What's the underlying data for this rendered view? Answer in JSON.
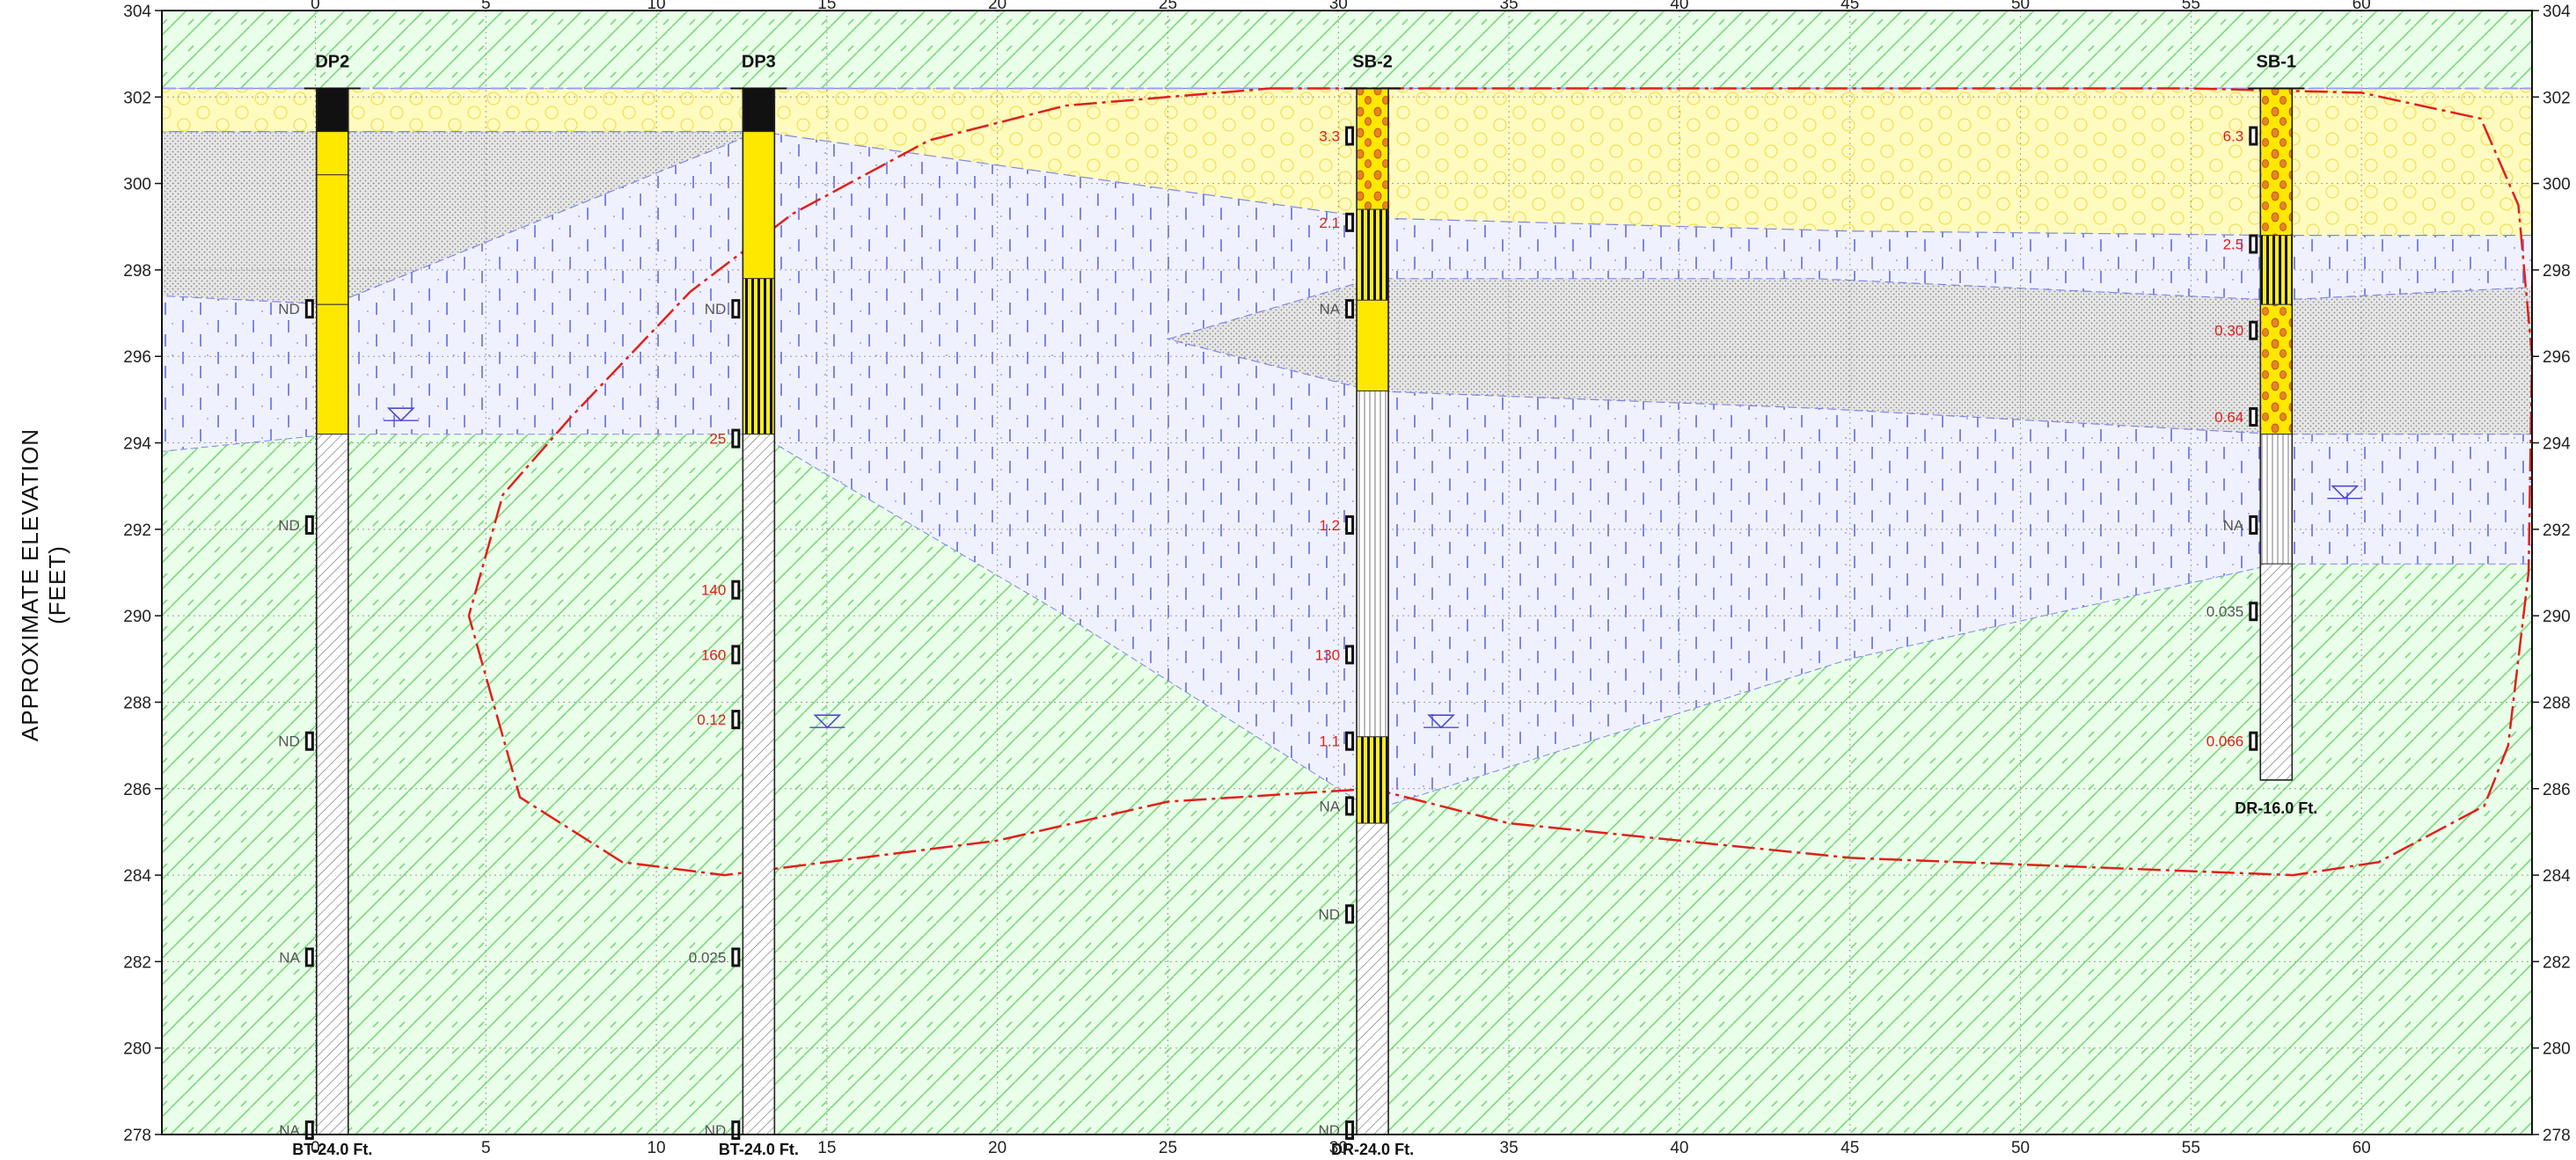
{
  "figure": {
    "y_axis_label": "APPROXIMATE ELEVATION (FEET)",
    "x_ticks": [
      "0",
      "5",
      "10",
      "15",
      "20",
      "25",
      "30",
      "35",
      "40",
      "45",
      "50",
      "55",
      "60"
    ],
    "y_ticks": [
      "304",
      "302",
      "300",
      "298",
      "296",
      "294",
      "292",
      "290",
      "288",
      "286",
      "284",
      "282",
      "280",
      "278"
    ],
    "x_range": [
      -4.5,
      65
    ],
    "y_range": [
      278,
      304
    ],
    "colors": {
      "fill_sand": "#fff9b3",
      "fill_silt": "#e2e2e2",
      "fill_clay": "#eef0ff",
      "fill_rock": "#e6ffe6",
      "plume_line": "#e0201a",
      "sample_red": "#e0201a"
    }
  },
  "borings": [
    {
      "name": "DP2",
      "x": 0.5,
      "top": 302.2,
      "bottom": 278,
      "footer": "BT-24.0 Ft.",
      "water_level": 294.8,
      "samples": [
        {
          "elev": 297.1,
          "label": "ND",
          "color": "gray"
        },
        {
          "elev": 292.1,
          "label": "ND",
          "color": "gray"
        },
        {
          "elev": 287.1,
          "label": "ND",
          "color": "gray"
        },
        {
          "elev": 282.1,
          "label": "NA",
          "color": "gray"
        },
        {
          "elev": 278.1,
          "label": "NA",
          "color": "gray"
        }
      ]
    },
    {
      "name": "DP3",
      "x": 13.0,
      "top": 302.2,
      "bottom": 278,
      "footer": "BT-24.0 Ft.",
      "water_level": 287.7,
      "samples": [
        {
          "elev": 297.1,
          "label": "ND",
          "color": "gray"
        },
        {
          "elev": 294.1,
          "label": "25",
          "color": "red"
        },
        {
          "elev": 290.6,
          "label": "140",
          "color": "red"
        },
        {
          "elev": 289.1,
          "label": "160",
          "color": "red"
        },
        {
          "elev": 287.6,
          "label": "0.12",
          "color": "red"
        },
        {
          "elev": 282.1,
          "label": "0.025",
          "color": "gray"
        },
        {
          "elev": 278.1,
          "label": "ND",
          "color": "gray"
        }
      ]
    },
    {
      "name": "SB-2",
      "x": 31.0,
      "top": 302.2,
      "bottom": 278,
      "footer": "DR-24.0 Ft.",
      "water_level": 287.7,
      "samples": [
        {
          "elev": 301.1,
          "label": "3.3",
          "color": "red"
        },
        {
          "elev": 299.1,
          "label": "2.1",
          "color": "red"
        },
        {
          "elev": 297.1,
          "label": "NA",
          "color": "gray"
        },
        {
          "elev": 292.1,
          "label": "1.2",
          "color": "red"
        },
        {
          "elev": 289.1,
          "label": "130",
          "color": "red"
        },
        {
          "elev": 287.1,
          "label": "1.1",
          "color": "red"
        },
        {
          "elev": 285.6,
          "label": "NA",
          "color": "gray"
        },
        {
          "elev": 283.1,
          "label": "ND",
          "color": "gray"
        },
        {
          "elev": 278.1,
          "label": "ND",
          "color": "gray"
        }
      ]
    },
    {
      "name": "SB-1",
      "x": 57.5,
      "top": 302.2,
      "bottom": 286.2,
      "footer": "DR-16.0 Ft.",
      "water_level": 293.0,
      "samples": [
        {
          "elev": 301.1,
          "label": "6.3",
          "color": "red"
        },
        {
          "elev": 298.6,
          "label": "2.5",
          "color": "red"
        },
        {
          "elev": 296.6,
          "label": "0.30",
          "color": "red"
        },
        {
          "elev": 294.6,
          "label": "0.64",
          "color": "red"
        },
        {
          "elev": 292.1,
          "label": "NA",
          "color": "gray"
        },
        {
          "elev": 290.1,
          "label": "0.035",
          "color": "gray"
        },
        {
          "elev": 287.1,
          "label": "0.066",
          "color": "red"
        }
      ]
    }
  ]
}
